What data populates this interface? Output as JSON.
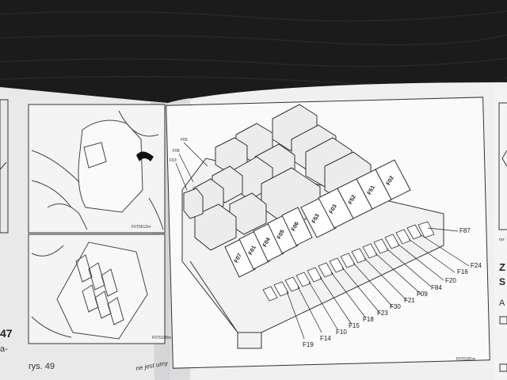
{
  "left_page": {
    "figure_caption": "rys. 49",
    "figure_code_top": "F0T0012m",
    "figure_code_bottom": "F0T0108m",
    "heading_number": "47",
    "hyphen_text": "a-",
    "bottom_note": "ne jest umy"
  },
  "right_page": {
    "figure_code": "F0T0181m",
    "fuse_labels": [
      "F07",
      "F01",
      "F04",
      "F05",
      "F06",
      "F53",
      "F03",
      "F52",
      "F51",
      "F02"
    ],
    "callouts_top": [
      "F65",
      "F08",
      "F03"
    ],
    "callouts_right": [
      "F87",
      "F24",
      "F16",
      "F20",
      "F84",
      "F09",
      "F21",
      "F30",
      "F23",
      "F18",
      "F15",
      "F10",
      "F14",
      "F19"
    ]
  },
  "next_page": {
    "figure_code": "rys",
    "heading": "Z",
    "subheading": "S",
    "text": "A"
  }
}
